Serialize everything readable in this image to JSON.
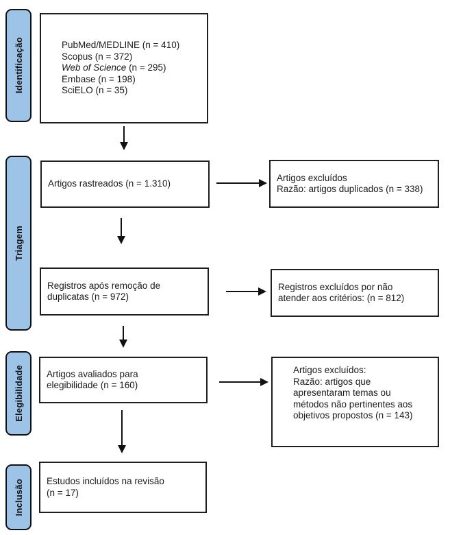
{
  "colors": {
    "stage_fill": "#9DC3E6",
    "stroke": "#1a1a1a"
  },
  "stages": {
    "identification": "Identificação",
    "screening": "Triagem",
    "eligibility": "Elegibilidade",
    "inclusion": "Inclusão"
  },
  "boxes": {
    "sources": {
      "line1": "PubMed/MEDLINE (n = 410)",
      "line2": "Scopus (n = 372)",
      "line3_italic": "Web of Science",
      "line3_rest": " (n = 295)",
      "line4": "Embase (n = 198)",
      "line5": "SciELO (n = 35)"
    },
    "screened": "Artigos rastreados (n = 1.310)",
    "after_duplicates": "Registros após remoção de\nduplicatas (n = 972)",
    "assessed": "Artigos avaliados para\nelegibilidade (n = 160)",
    "included": "Estudos incluídos na revisão\n(n = 17)",
    "excluded_duplicates": "Artigos excluídos\nRazão: artigos duplicados (n = 338)",
    "excluded_criteria": "Registros excluídos por não\natender aos critérios: (n = 812)",
    "excluded_reasons": "Artigos excluídos:\nRazão:  artigos que\napresentaram temas ou\nmétodos não pertinentes aos\nobjetivos propostos (n = 143)"
  }
}
